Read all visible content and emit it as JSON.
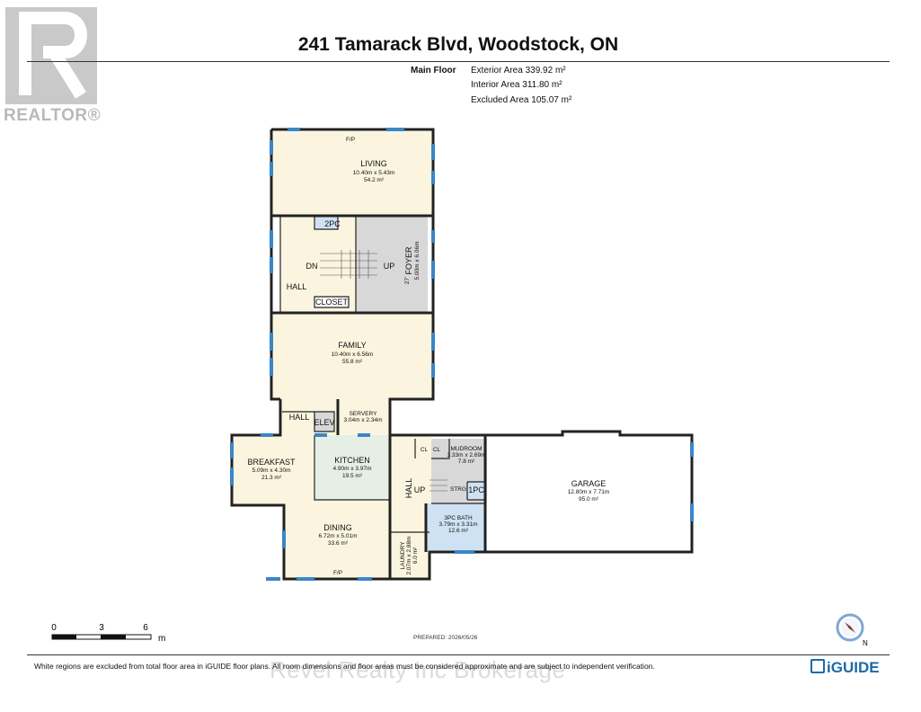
{
  "brand": {
    "realtor_label": "REALTOR®",
    "iguide_label": "iGUIDE"
  },
  "header": {
    "title": "241 Tamarack Blvd, Woodstock, ON",
    "floor_name": "Main Floor",
    "exterior_area": "Exterior Area 339.92 m²",
    "interior_area": "Interior Area 311.80 m²",
    "excluded_area": "Excluded Area 105.07 m²"
  },
  "rooms": {
    "living": {
      "name": "LIVING",
      "dims": "10.40m x 5.43m",
      "area": "54.2 m²"
    },
    "fp_top": "F/P",
    "two_pc": "2PC",
    "foyer": {
      "name": "FOYER",
      "dims": "5.00m x 6.06m",
      "height": "27'"
    },
    "hall_upper": "HALL",
    "dn": "DN",
    "up_foyer": "UP",
    "closet": "CLOSET",
    "family": {
      "name": "FAMILY",
      "dims": "10.40m x 6.56m",
      "area": "55.8 m²"
    },
    "hall_small": "HALL",
    "elev": "ELEV",
    "servery": {
      "name": "SERVERY",
      "dims": "3.04m x 2.34m"
    },
    "breakfast": {
      "name": "BREAKFAST",
      "dims": "5.09m x 4.30m",
      "area": "21.3 m²"
    },
    "kitchen": {
      "name": "KITCHEN",
      "dims": "4.90m x 3.97m",
      "area": "19.5 m²"
    },
    "dining": {
      "name": "DINING",
      "dims": "6.72m x 5.01m",
      "area": "33.6 m²"
    },
    "fp_bottom": "F/P",
    "hall_mid": "HALL",
    "up_mid": "UP",
    "cl1": "CL",
    "cl2": "CL",
    "mudroom": {
      "name": "MUDROOM",
      "dims": "3.33m x 2.69m",
      "area": "7.8 m²"
    },
    "strg": "STRG",
    "one_pc": "1PC",
    "bath3": {
      "name": "3PC BATH",
      "dims": "3.79m x 3.31m",
      "area": "12.6 m²"
    },
    "laundry": {
      "name": "LAUNDRY",
      "dims": "2.07m x 2.88m",
      "area": "6.0 m²"
    },
    "garage": {
      "name": "GARAGE",
      "dims": "12.80m x 7.71m",
      "area": "95.0 m²"
    }
  },
  "scale": {
    "t0": "0",
    "t1": "3",
    "t2": "6",
    "unit": "m"
  },
  "compass_label": "N",
  "prepared": "PREPARED: 2026/05/26",
  "footer": {
    "disclaimer": "White regions are excluded from total floor area in iGUIDE floor plans. All room dimensions and floor areas must be considered approximate and are subject to independent verification.",
    "watermark": "Revel Realty Inc Brokerage"
  },
  "colors": {
    "room_fill": "#fbf5df",
    "grey_fill": "#d8d8d8",
    "blue_fill": "#cfe2f3",
    "green_fill": "#e6efe6",
    "wall": "#222222",
    "window": "#3a86c8"
  }
}
